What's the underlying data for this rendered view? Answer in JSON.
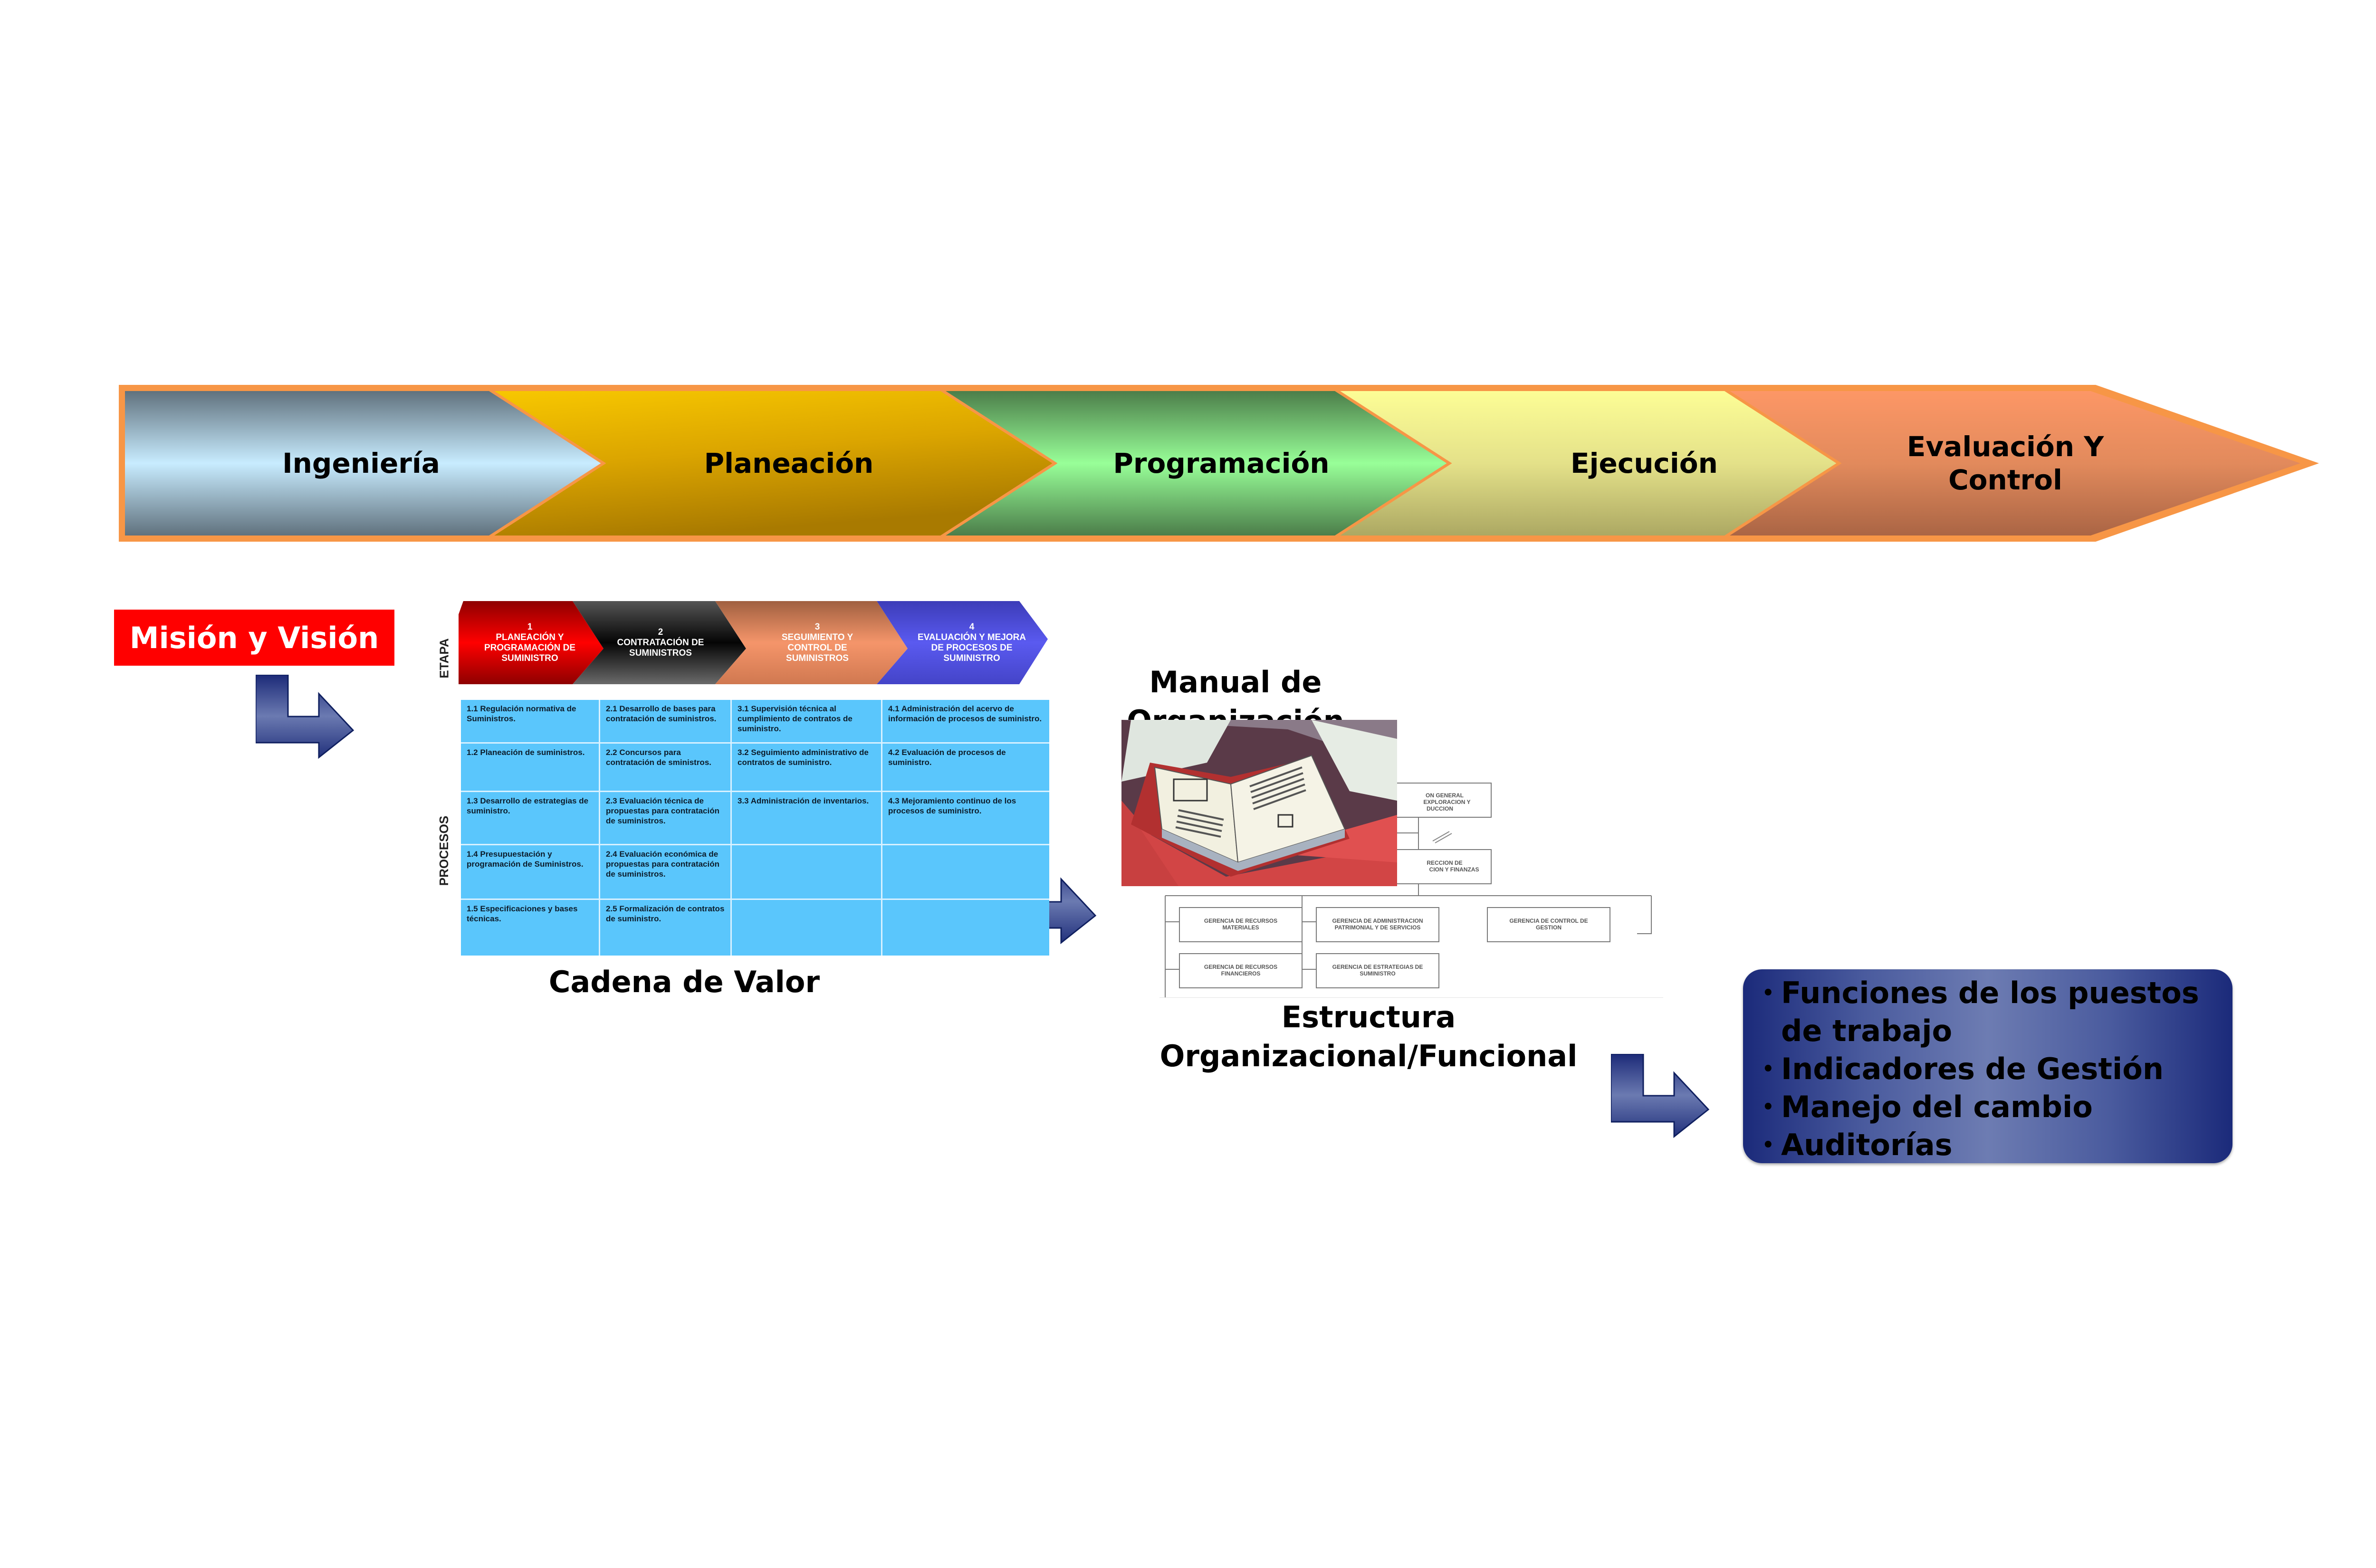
{
  "banner": {
    "stages": [
      {
        "label": "Ingeniería",
        "color_top": "#5e6f7b",
        "color_mid": "#c8ecff",
        "color_bottom": "#5e6f7b"
      },
      {
        "label": "Planeación",
        "color_top": "#f8c800",
        "color_mid": "#dba500",
        "color_bottom": "#a97a00"
      },
      {
        "label": "Programación",
        "color_top": "#4a7b48",
        "color_mid": "#98ff98",
        "color_bottom": "#4a7b48"
      },
      {
        "label": "Ejecución",
        "color_top": "#fdfe96",
        "color_mid": "#e4e189",
        "color_bottom": "#aba762"
      },
      {
        "label": "Evaluación Y Control",
        "color_top": "#fd9766",
        "color_mid": "#e28a5c",
        "color_bottom": "#a96444"
      }
    ],
    "border_color": "#f79646"
  },
  "mission": {
    "label": "Misión y Visión",
    "color": "#ff0000"
  },
  "value_chain": {
    "etapa_label": "ETAPA",
    "procesos_label": "PROCESOS",
    "caption": "Cadena de Valor",
    "stages": [
      {
        "number": "1",
        "label": "PLANEACIÓN Y PROGRAMACIÓN DE SUMINISTRO",
        "color": "#e00000"
      },
      {
        "number": "2",
        "label": "CONTRATACIÓN DE SUMINISTROS",
        "color": "#2a2a2a"
      },
      {
        "number": "3",
        "label": "SEGUIMIENTO Y CONTROL DE SUMINISTROS",
        "color": "#f08a5a"
      },
      {
        "number": "4",
        "label": "EVALUACIÓN Y MEJORA DE PROCESOS DE SUMINISTRO",
        "color": "#5555e8"
      }
    ],
    "rows": [
      [
        "1.1 Regulación normativa de Suministros.",
        "2.1 Desarrollo de bases para contratación de suministros.",
        "3.1 Supervisión técnica al cumplimiento de contratos de suministro.",
        "4.1 Administración del acervo de información de procesos de suministro."
      ],
      [
        "1.2 Planeación de suministros.",
        "2.2 Concursos para contratación de sministros.",
        "3.2 Seguimiento administrativo de contratos de suministro.",
        "4.2 Evaluación de procesos de suministro."
      ],
      [
        "1.3 Desarrollo de estrategias de suministro.",
        "2.3 Evaluación técnica de propuestas para contratación de suministros.",
        "3.3 Administración de inventarios.",
        "4.3 Mejoramiento continuo de los procesos de suministro."
      ],
      [
        "1.4 Presupuestación y programación de Suministros.",
        "2.4 Evaluación económica de propuestas para contratación de suministros.",
        "",
        ""
      ],
      [
        "1.5 Especificaciones y bases técnicas.",
        "2.5 Formalización de contratos de suministro.",
        "",
        ""
      ]
    ]
  },
  "manual": {
    "title": "Manual de Organización",
    "image": "open-book-illustration"
  },
  "org_chart": {
    "caption": "Estructura Organizacional/Funcional",
    "top_boxes": [
      "...ON GENERAL ...XPLORACION Y ...DUCCION",
      "...RECCION DE ...CION Y FINANZAS"
    ],
    "units": [
      [
        "GERENCIA DE RECURSOS",
        "MATERIALES"
      ],
      [
        "GERENCIA DE ADMINISTRACION",
        "PATRIMONIAL Y DE SERVICIOS"
      ],
      [
        "GERENCIA DE CONTROL DE",
        "GESTION"
      ],
      [
        "GERENCIA DE RECURSOS",
        "FINANCIEROS"
      ],
      [
        "GERENCIA DE ESTRATEGIAS DE",
        "SUMINISTRO"
      ]
    ]
  },
  "bullets": {
    "items": [
      "Funciones  de los puestos de trabajo",
      "Indicadores de Gestión",
      "Manejo del cambio",
      "Auditorías"
    ],
    "bullet_char": "•"
  },
  "icons": {
    "flow_arrow": "l-shaped-down-right-arrow",
    "arrow_color": "#2a3a86"
  }
}
